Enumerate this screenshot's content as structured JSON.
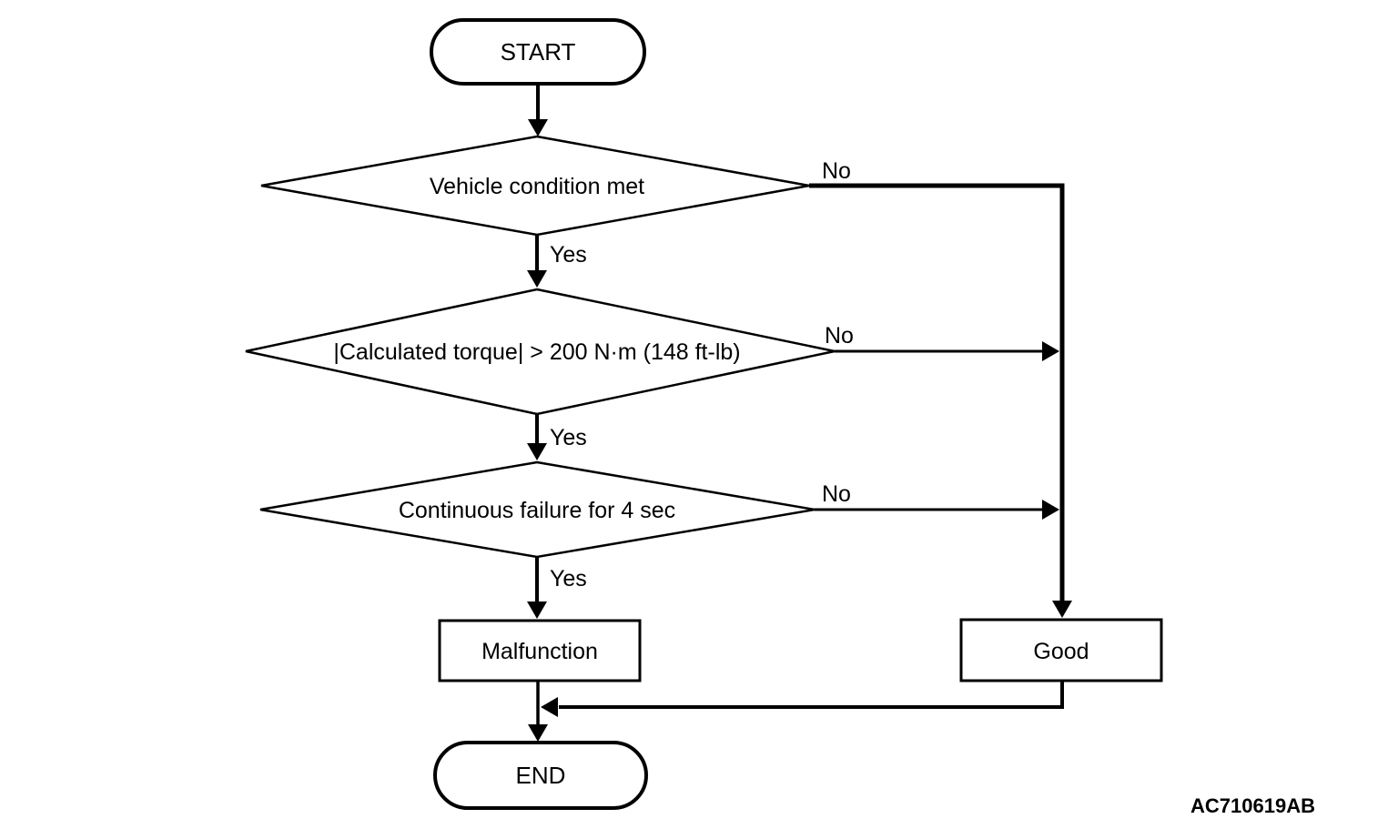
{
  "figure": {
    "code": "AC710619AB",
    "background_color": "#ffffff",
    "line_color": "#000000",
    "text_color": "#000000"
  },
  "nodes": {
    "start": {
      "type": "terminator",
      "label": "START"
    },
    "cond_vehicle": {
      "type": "decision",
      "label": "Vehicle condition met"
    },
    "cond_torque": {
      "type": "decision",
      "label": "|Calculated torque| > 200 N·m (148 ft-lb)"
    },
    "cond_failure": {
      "type": "decision",
      "label": "Continuous failure for 4 sec"
    },
    "malfunction": {
      "type": "process",
      "label": "Malfunction"
    },
    "good": {
      "type": "process",
      "label": "Good"
    },
    "end": {
      "type": "terminator",
      "label": "END"
    }
  },
  "edges": {
    "vehicle_yes": {
      "label": "Yes"
    },
    "vehicle_no": {
      "label": "No"
    },
    "torque_yes": {
      "label": "Yes"
    },
    "torque_no": {
      "label": "No"
    },
    "failure_yes": {
      "label": "Yes"
    },
    "failure_no": {
      "label": "No"
    }
  }
}
